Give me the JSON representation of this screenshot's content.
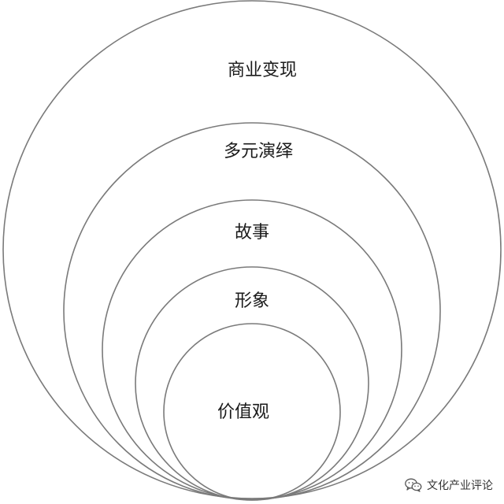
{
  "diagram": {
    "layers": [
      {
        "label": "价值观"
      },
      {
        "label": "形象"
      },
      {
        "label": "故事"
      },
      {
        "label": "多元演绎"
      },
      {
        "label": "商业变现"
      }
    ],
    "line_color": "#7a7a7a",
    "text_color": "#1a1a1a"
  },
  "watermark": {
    "icon": "wechat-icon",
    "text": "文化产业评论"
  }
}
